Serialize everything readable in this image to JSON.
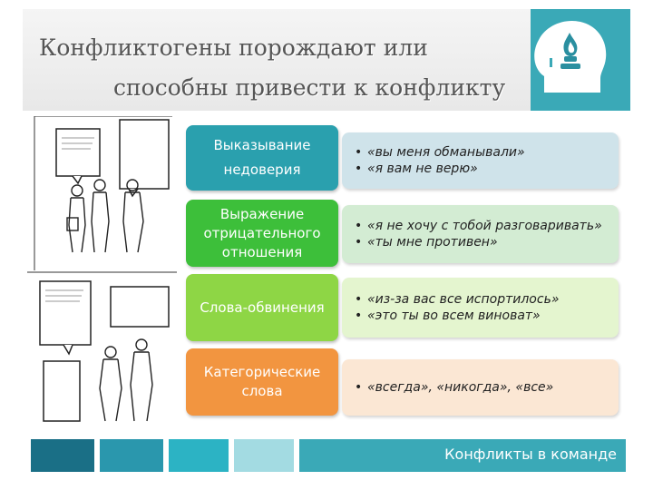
{
  "title": {
    "line1": "Конфликтогены порождают или",
    "line2": "способны привести к конфликту"
  },
  "rows": [
    {
      "label_lines": [
        "Выказывание",
        "недоверия"
      ],
      "bullets": [
        "«вы меня обманывали»",
        "«я вам не верю»"
      ],
      "label_color": "#2aa0ae",
      "value_color": "#cfe3ea"
    },
    {
      "label_lines": [
        "Выражение",
        "отрицательного",
        "отношения"
      ],
      "bullets": [
        "«я не хочу с тобой разговаривать»",
        "«ты мне противен»"
      ],
      "label_color": "#3dbf3a",
      "value_color": "#d3ecd3"
    },
    {
      "label_lines": [
        "Слова-обвинения"
      ],
      "bullets": [
        "«из-за вас все испортилось»",
        "«это ты во всем виноват»"
      ],
      "label_color": "#8ed645",
      "value_color": "#e4f5cf"
    },
    {
      "label_lines": [
        "Категорические",
        "слова"
      ],
      "bullets": [
        "«всегда», «никогда», «все»"
      ],
      "label_color": "#f29540",
      "value_color": "#fbe7d4"
    }
  ],
  "footer": {
    "text": "Конфликты в команде",
    "colors": [
      "#1a6f86",
      "#2a97ad",
      "#2cb3c4",
      "#a3dbe2"
    ]
  },
  "logo": {
    "icon": "head-with-flame-icon"
  },
  "illustration": {
    "icon": "people-dialogue-illustration"
  }
}
